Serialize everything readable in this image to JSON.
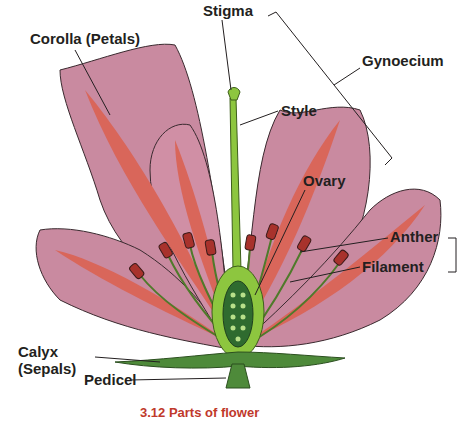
{
  "diagram": {
    "caption": "3.12 Parts of flower",
    "labels": [
      "Corolla (Petals)",
      "Stigma",
      "Gynoecium",
      "Style",
      "Ovary",
      "Anther",
      "Filament",
      "Calyx (Sepals)",
      "Pedicel"
    ]
  }
}
